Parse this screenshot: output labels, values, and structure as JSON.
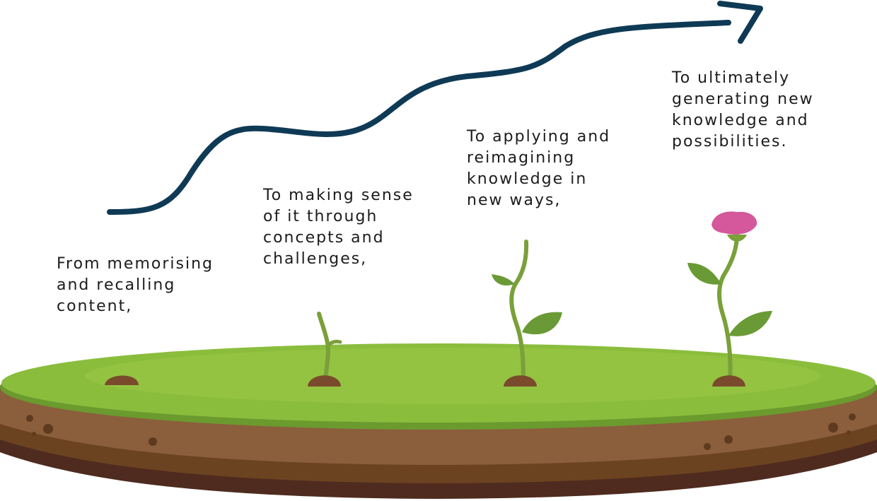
{
  "stages": [
    {
      "id": "stage-1",
      "lines": [
        "From memorising",
        "and recalling",
        "content,"
      ]
    },
    {
      "id": "stage-2",
      "lines": [
        "To making sense",
        "of it through",
        "concepts and",
        "challenges,"
      ]
    },
    {
      "id": "stage-3",
      "lines": [
        "To applying and",
        "reimagining",
        "knowledge in",
        "new ways,"
      ]
    },
    {
      "id": "stage-4",
      "lines": [
        "To ultimately",
        "generating new",
        "knowledge and",
        "possibilities."
      ]
    }
  ],
  "colors": {
    "arrow": "#0f3a55",
    "grass": "#8bbd3d",
    "grass_light": "#a3cc45",
    "grass_rim": "#6b9a2e",
    "soil_top": "#8b5e3c",
    "soil_mid": "#6b4320",
    "soil_bottom": "#4f2b1f",
    "mound": "#7a4a2c",
    "stem": "#7aa03a",
    "leaf": "#6a9a35",
    "flower": "#d4589b"
  },
  "growth_stages": [
    "seed",
    "sprout",
    "seedling",
    "flowering-plant"
  ]
}
